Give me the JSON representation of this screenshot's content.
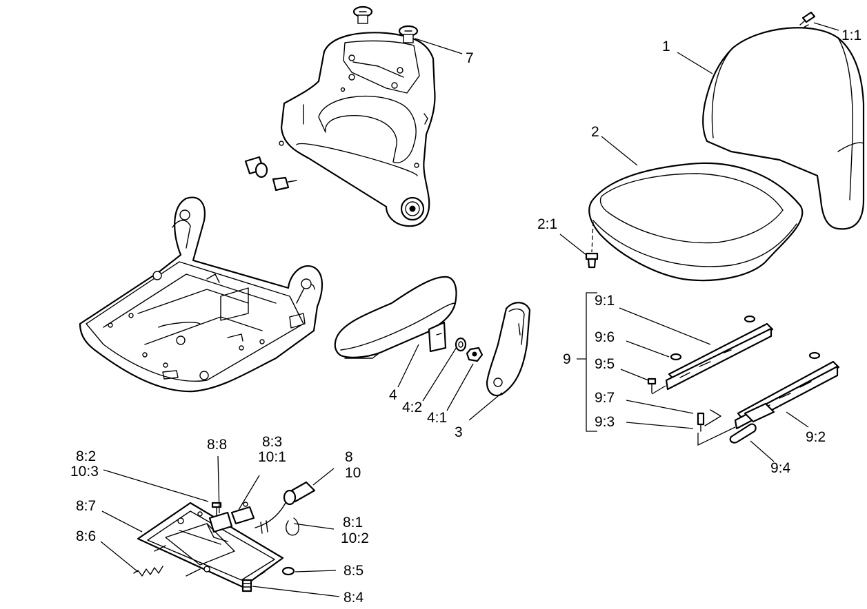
{
  "callouts": {
    "c1_1": "1:1",
    "c1": "1",
    "c2": "2",
    "c2_1": "2:1",
    "c7": "7",
    "c4": "4",
    "c4_2": "4:2",
    "c4_1": "4:1",
    "c3": "3",
    "c9": "9",
    "c9_1": "9:1",
    "c9_6": "9:6",
    "c9_5": "9:5",
    "c9_7": "9:7",
    "c9_3": "9:3",
    "c9_2": "9:2",
    "c9_4": "9:4",
    "c8_2": "8:2",
    "c10_3": "10:3",
    "c8_8": "8:8",
    "c8_3": "8:3",
    "c10_1": "10:1",
    "c8": "8",
    "c10": "10",
    "c8_7": "8:7",
    "c8_6": "8:6",
    "c8_1": "8:1",
    "c10_2": "10:2",
    "c8_5": "8:5",
    "c8_4": "8:4"
  },
  "colors": {
    "ink": "#000000",
    "paper": "#ffffff"
  }
}
